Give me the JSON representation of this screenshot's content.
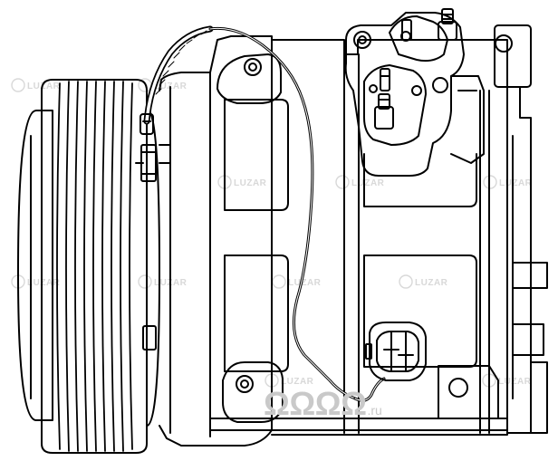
{
  "watermark": {
    "logo_text": "LUZAR",
    "color": "#d4d4d4"
  },
  "brand_watermark": {
    "name": "ΩΩΩΩ",
    "tld": ".ru",
    "color": "#c9c9c9"
  },
  "line_color": "#000000",
  "background": "#ffffff"
}
